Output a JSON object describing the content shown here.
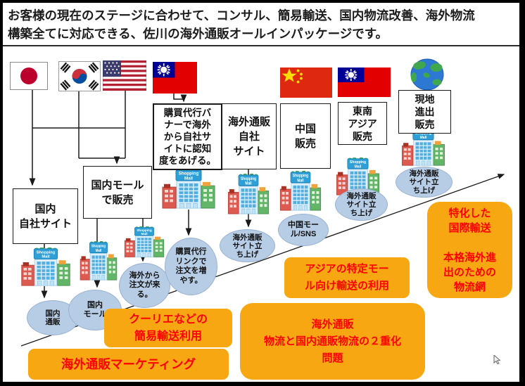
{
  "title": {
    "lines": [
      "お客様の現在のステージに合わせて、コンサル、簡易輸送、国内物流改善、海外物流",
      "構築全てに対応できる、佐川の海外通販オールインパッケージです。"
    ]
  },
  "icons": {
    "mall_sign": [
      "Shopping",
      "Mall"
    ],
    "flags": [
      "japan",
      "south-korea",
      "usa",
      "taiwan",
      "china",
      "taiwan",
      "earth-globe"
    ]
  },
  "stage_boxes": {
    "proxy_banner": {
      "lines": [
        "購買代行バ",
        "ナーで海外",
        "から自社サ",
        "イトに認知",
        "度をあげる。"
      ]
    },
    "domestic_own_site": {
      "lines": [
        "国内",
        "自社サイト"
      ]
    },
    "domestic_mall_sales": {
      "lines": [
        "国内モール",
        "で販売"
      ]
    },
    "overseas_ec_own_site": {
      "lines": [
        "海外通販",
        "自社",
        "サイト"
      ]
    },
    "china_sales": {
      "lines": [
        "中国",
        "販売"
      ]
    },
    "southeast_asia_sales": {
      "lines": [
        "東南",
        "アジア",
        "販売"
      ]
    },
    "local_expansion_sales": {
      "lines": [
        "現地",
        "進出",
        "販売"
      ]
    }
  },
  "ovals": {
    "domestic_ec": {
      "lines": [
        "国内",
        "通販"
      ]
    },
    "domestic_mall": {
      "lines": [
        "国内",
        "モール"
      ]
    },
    "overseas_orders": {
      "lines": [
        "海外から",
        "注文が来",
        "る。"
      ]
    },
    "proxy_link_orders": {
      "lines": [
        "購買代行",
        "リンクで",
        "注文を増",
        "やす。"
      ]
    },
    "overseas_site_launch_1": {
      "lines": [
        "海外通販",
        "サイト立",
        "ち上げ"
      ]
    },
    "china_mall_sns": {
      "lines": [
        "中国モー",
        "ル/SNS"
      ]
    },
    "overseas_site_launch_2": {
      "lines": [
        "海外通販",
        "サイト立",
        "ち上げ"
      ]
    },
    "overseas_site_launch_3": {
      "lines": [
        "海外通販",
        "サイト立",
        "ち上げ"
      ]
    }
  },
  "highlights": {
    "courier": {
      "lines": [
        "クーリエなどの",
        "簡易輸送利用"
      ]
    },
    "overseas_marketing": {
      "lines": [
        "海外通販マーケティング"
      ]
    },
    "asia_mall_transport": {
      "lines": [
        "アジアの特定モー",
        "ル向け輸送の利用"
      ]
    },
    "dual_logistics_problem": {
      "lines": [
        "海外通販",
        "物流と国内通販物流の２重化",
        "問題"
      ]
    },
    "specialized_intl_transport": {
      "lines": [
        "特化した",
        "国際輸送",
        "",
        "本格海外進",
        "出のための",
        "物流網"
      ]
    }
  },
  "colors": {
    "highlight_bg": "#F7A711",
    "highlight_text": "#FF0000",
    "oval_bg": "#B7CCE5",
    "title_text": "#1C1C1C",
    "line_color": "#1A1A1A"
  }
}
